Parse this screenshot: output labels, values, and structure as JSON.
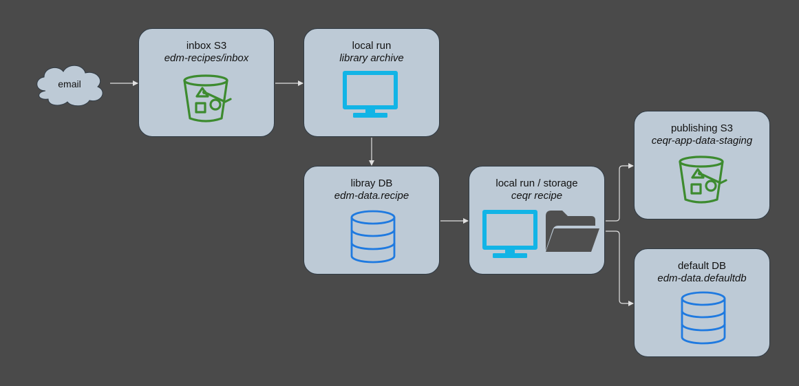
{
  "source": {
    "label": "email",
    "icon": "cloud-icon"
  },
  "nodes": {
    "inbox": {
      "title": "inbox S3",
      "subtitle": "edm-recipes/inbox",
      "icon": "s3-bucket-icon"
    },
    "local_run": {
      "title": "local run",
      "subtitle": "library archive",
      "icon": "monitor-icon"
    },
    "library_db": {
      "title": "libray DB",
      "subtitle": "edm-data.recipe",
      "icon": "database-icon"
    },
    "local_storage": {
      "title": "local run / storage",
      "subtitle": "ceqr recipe",
      "icons": [
        "monitor-icon",
        "folder-icon"
      ]
    },
    "publishing": {
      "title": "publishing S3",
      "subtitle": "ceqr-app-data-staging",
      "icon": "s3-bucket-icon"
    },
    "default_db": {
      "title": "default DB",
      "subtitle": "edm-data.defaultdb",
      "icon": "database-icon"
    }
  },
  "edges": [
    [
      "source",
      "inbox"
    ],
    [
      "inbox",
      "local_run"
    ],
    [
      "local_run",
      "library_db"
    ],
    [
      "library_db",
      "local_storage"
    ],
    [
      "local_storage",
      "publishing"
    ],
    [
      "local_storage",
      "default_db"
    ]
  ],
  "colors": {
    "background": "#4a4a4a",
    "node_fill": "#bdcad6",
    "s3_green": "#3d8b2f",
    "monitor_cyan": "#12b4e6",
    "database_blue": "#1f7ae0",
    "folder_gray": "#4f4f4f",
    "arrow": "#e0e0e0"
  }
}
